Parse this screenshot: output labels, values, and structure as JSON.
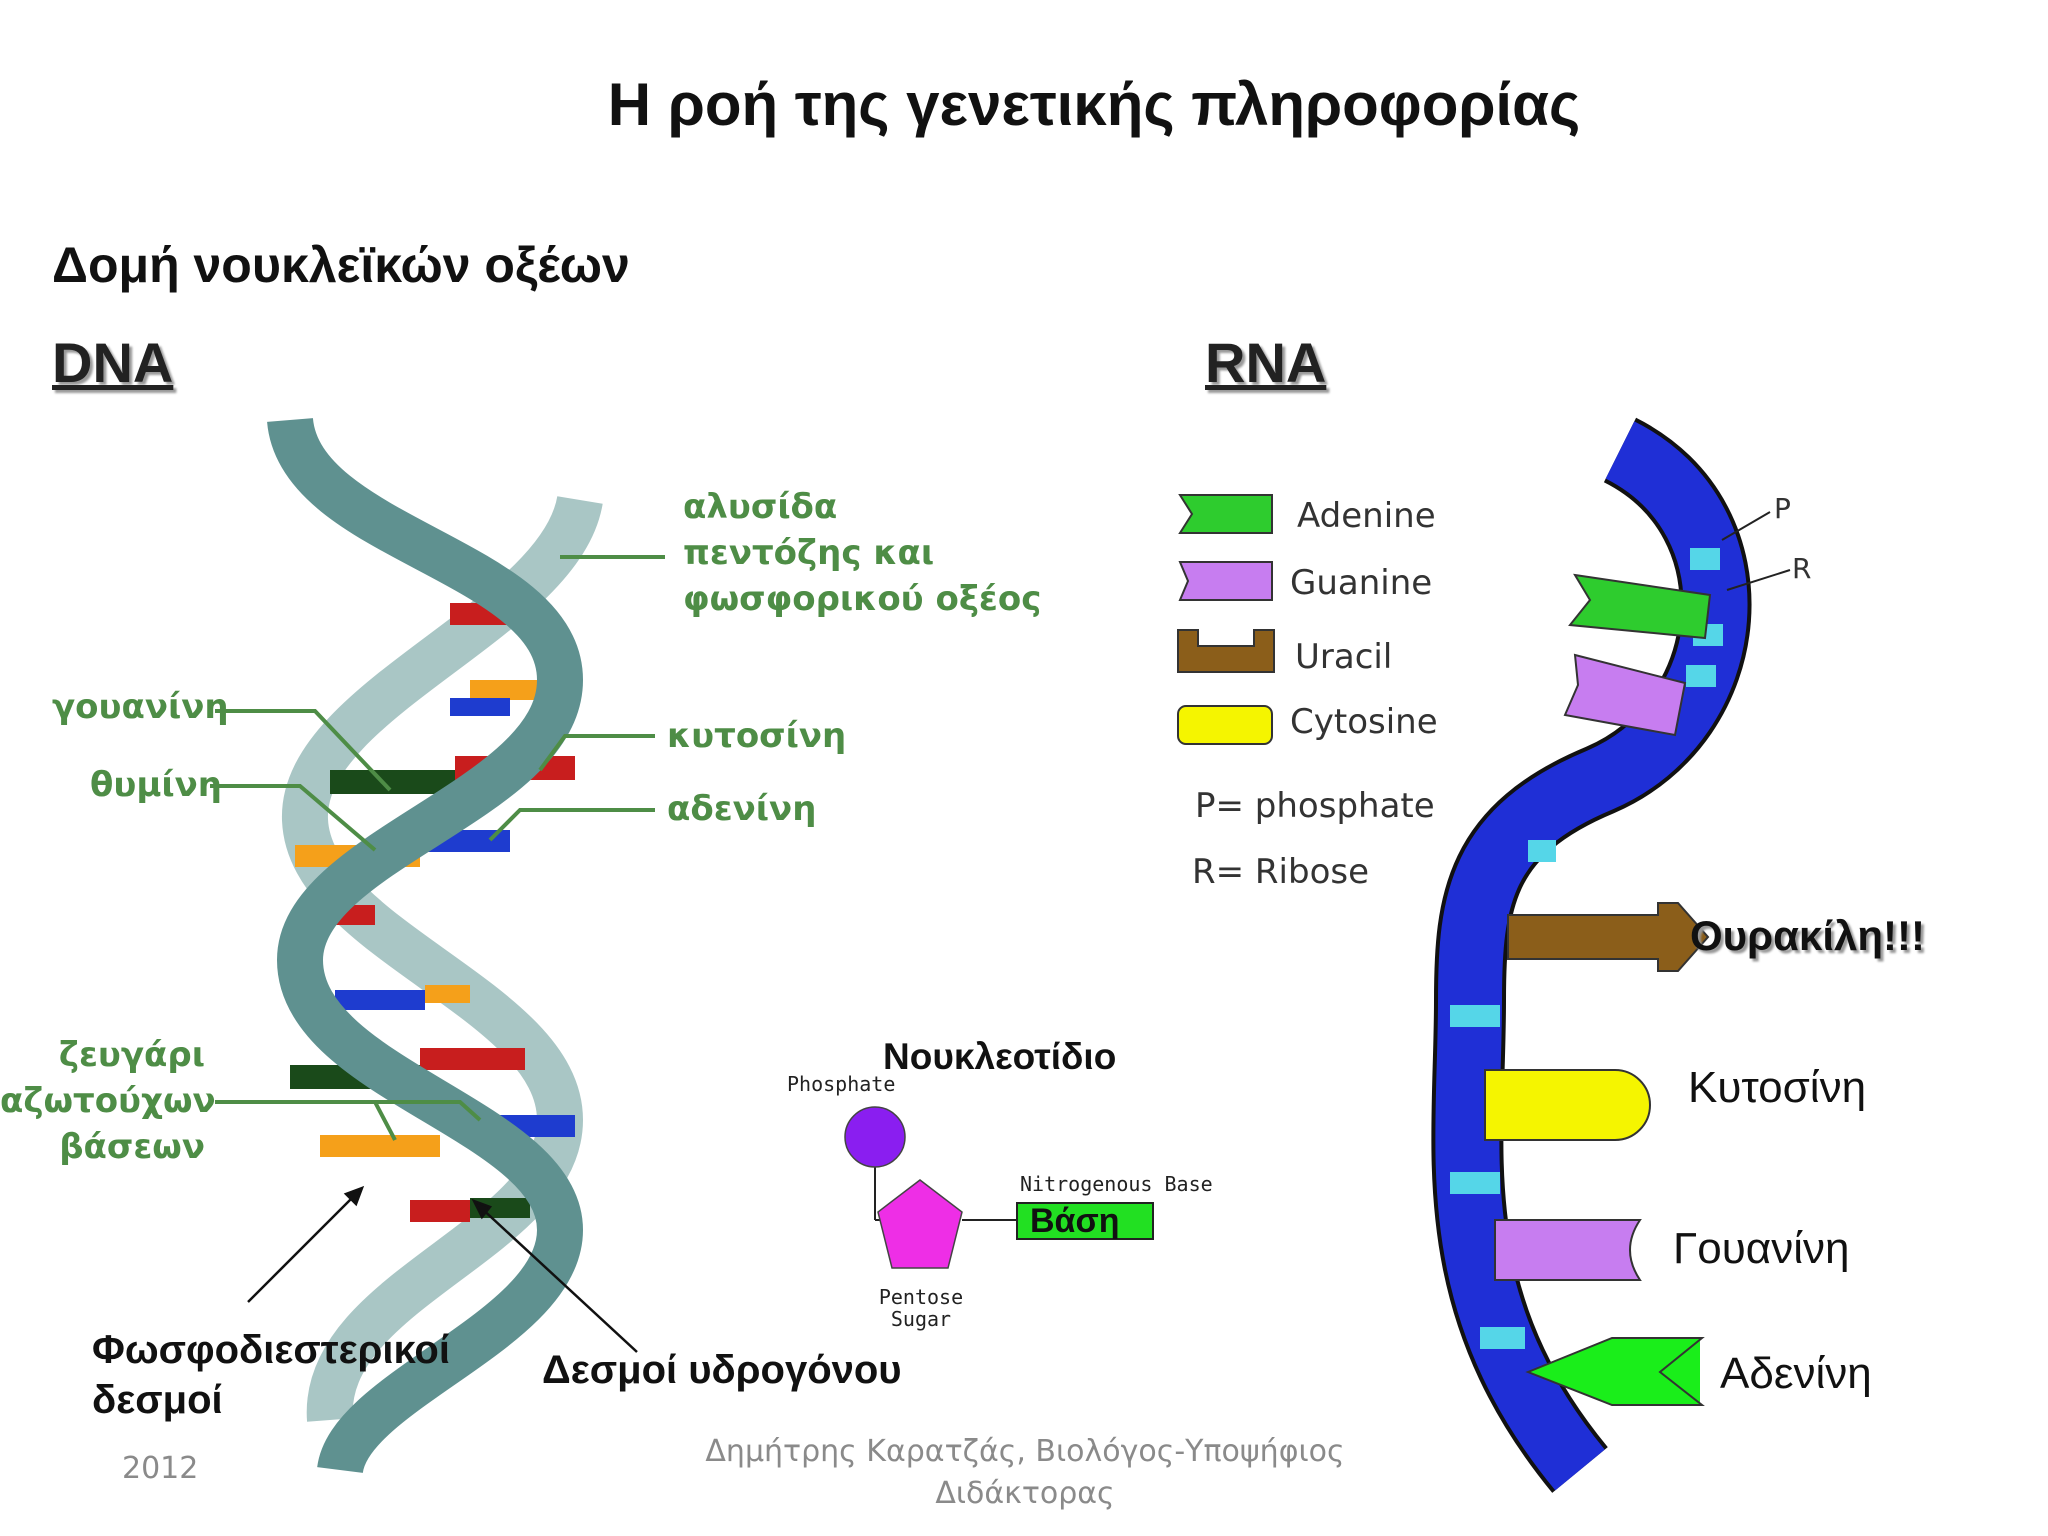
{
  "slide": {
    "title": "Η ροή της γενετικής πληροφορίας",
    "subtitle": "Δομή νουκλεϊκών οξέων",
    "dna_heading": "DNA",
    "rna_heading": "RNA"
  },
  "dna": {
    "backbone_label": [
      "αλυσίδα",
      "πεντόζης και",
      "φωσφορικού οξέος"
    ],
    "guanine": "γουανίνη",
    "thymine": "θυμίνη",
    "cytosine": "κυτοσίνη",
    "adenine": "αδενίνη",
    "base_pairs_label": [
      "ζευγάρι",
      "αζωτούχων",
      "βάσεων"
    ],
    "phosphodiester_label": [
      "Φωσφοδιεστερικοί",
      "δεσμοί"
    ],
    "hydrogen_bonds_label": "Δεσμοί υδρογόνου"
  },
  "nucleotide": {
    "title": "Νουκλεοτίδιο",
    "phosphate": "Phosphate",
    "nitrogenous_base": "Nitrogenous Base",
    "base": "Βάση",
    "pentose": "Pentose",
    "sugar": "Sugar"
  },
  "rna": {
    "legend": [
      {
        "label": "Adenine",
        "color": "#2ecc2e"
      },
      {
        "label": "Guanine",
        "color": "#c77df0"
      },
      {
        "label": "Uracil",
        "color": "#8b5e1a"
      },
      {
        "label": "Cytosine",
        "color": "#f5f500"
      }
    ],
    "phosphate_def": "P= phosphate",
    "ribose_def": "R= Ribose",
    "p": "P",
    "r": "R",
    "uracil": "Ουρακίλη!!!",
    "cytosine": "Κυτοσίνη",
    "guanine": "Γουανίνη",
    "adenine": "Αδενίνη"
  },
  "footer": {
    "year": "2012",
    "author_line1": "Δημήτρης Καρατζάς, Βιολόγος-Υποψήφιος",
    "author_line2": "Διδάκτορας"
  },
  "colors": {
    "helix": "#6e9e9c",
    "label_green": "#4e8d46",
    "rna_blue": "#1f2fd6",
    "rna_cyan": "#55d6e8"
  }
}
